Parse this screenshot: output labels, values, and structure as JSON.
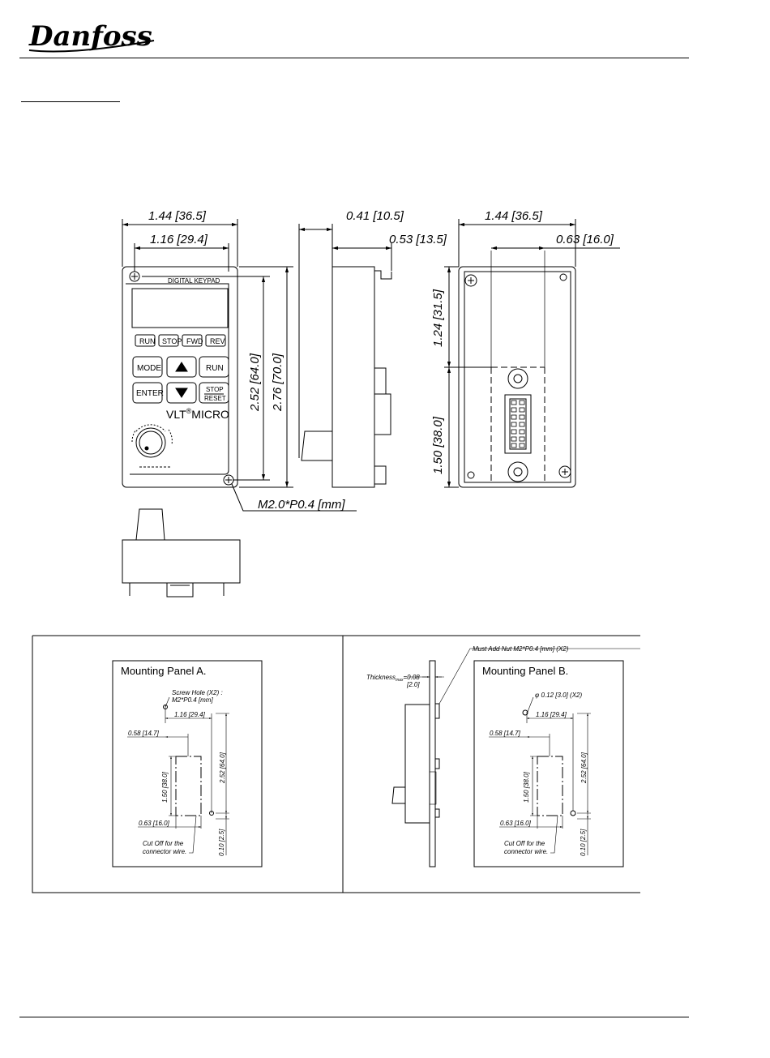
{
  "header": {
    "logo_text": "Danfoss"
  },
  "drawing": {
    "front_view": {
      "dim_overall_width": "1.44 [36.5]",
      "dim_hole_spacing": "1.16 [29.4]",
      "dim_hole_height": "2.52 [64.0]",
      "dim_overall_height": "2.76 [70.0]",
      "screw_label": "M2.0*P0.4 [mm]",
      "panel_title": "DIGITAL KEYPAD",
      "keys_row1": [
        "RUN",
        "STOP",
        "FWD",
        "REV"
      ],
      "key_mode": "MODE",
      "key_run": "RUN",
      "key_enter": "ENTER",
      "key_stop": "STOP",
      "key_reset": "RESET",
      "brand": "VLT",
      "brand_reg": "®",
      "brand_model": "MICRO"
    },
    "side_view": {
      "dim_depth_a": "0.41 [10.5]",
      "dim_depth_b": "0.53 [13.5]"
    },
    "rear_view": {
      "dim_overall_width": "1.44 [36.5]",
      "dim_connector_offset": "0.63 [16.0]",
      "dim_upper_height": "1.24 [31.5]",
      "dim_lower_height": "1.50 [38.0]"
    }
  },
  "panel_a": {
    "title": "Mounting Panel A.",
    "screw_hole_line1": "Screw Hole (X2) :",
    "screw_hole_line2": "M2*P0.4 [mm]",
    "dim_spacing": "1.16 [29.4]",
    "dim_left": "0.58 [14.7]",
    "dim_cut_height": "1.50 [38.0]",
    "dim_hole_height": "2.52 [64.0]",
    "dim_cut_width": "0.63 [16.0]",
    "dim_bottom": "0.10 [2.5]",
    "cutoff_line1": "Cut Off for the",
    "cutoff_line2": "connector wire."
  },
  "panel_b": {
    "title": "Mounting Panel B.",
    "nut_note": "Must Add Nut M2*P0.4 [mm] (X2)",
    "thickness_label": "Thickness",
    "thickness_sub": "max",
    "thickness_value": "=0.08",
    "thickness_mm": "[2.0]",
    "hole_note": "φ 0.12 [3.0] (X2)",
    "dim_spacing": "1.16 [29.4]",
    "dim_left": "0.58 [14.7]",
    "dim_cut_height": "1.50 [38.0]",
    "dim_hole_height": "2.52 [64.0]",
    "dim_cut_width": "0.63 [16.0]",
    "dim_bottom": "0.10 [2.5]",
    "cutoff_line1": "Cut Off for the",
    "cutoff_line2": "connector wire."
  }
}
